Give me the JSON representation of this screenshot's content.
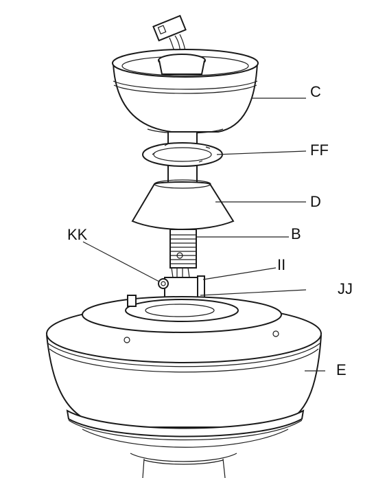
{
  "labels": {
    "c": "C",
    "ff": "FF",
    "d": "D",
    "b": "B",
    "kk": "KK",
    "ii": "II",
    "jj": "JJ",
    "e": "E"
  }
}
